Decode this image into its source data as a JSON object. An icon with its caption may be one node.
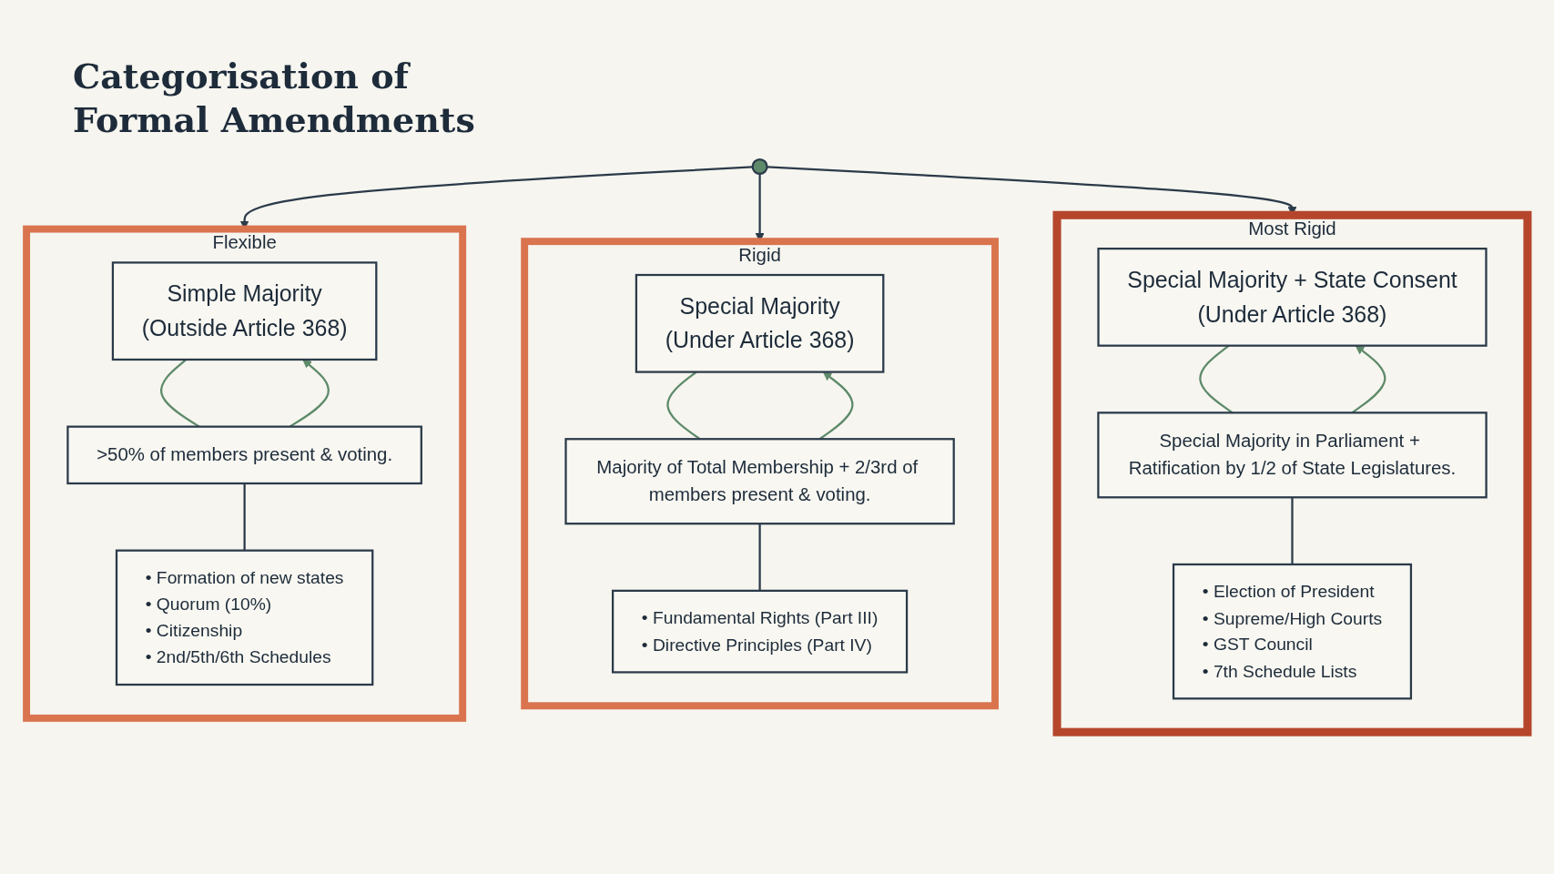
{
  "diagram": {
    "title": "Categorisation of Formal Amendments",
    "nodes": [
      {
        "text": [],
        "shape": "circle"
      },
      {
        "text": [
          "Flexible"
        ]
      },
      {
        "text": [
          "Simple Majority",
          "(Outside Article 368)"
        ],
        "in": 1
      },
      {
        "text": [
          ">50% of members present & voting."
        ],
        "in": 1
      },
      {
        "text": [
          "• Formation of new states",
          "• Quorum (10%)",
          "• Citizenship",
          "• 2nd/5th/6th Schedules"
        ],
        "in": 1
      },
      {
        "text": [
          "Rigid"
        ]
      },
      {
        "text": [
          "Special Majority",
          "(Under Article 368)"
        ],
        "in": 5
      },
      {
        "text": [
          "Majority of Total Membership + 2/3rd of members present & voting."
        ],
        "in": 5
      },
      {
        "text": [
          "• Fundamental Rights (Part III)",
          "• Directive Principles (Part IV)"
        ],
        "in": 5
      },
      {
        "text": [
          "Most Rigid"
        ]
      },
      {
        "text": [
          "Special Majority + State Consent",
          "(Under Article 368)"
        ],
        "in": 9
      },
      {
        "text": [
          "Special Majority in Parliament + Ratification by 1/2 of State Legislatures."
        ],
        "in": 9
      },
      {
        "text": [
          "• Election of President",
          "• Supreme/High Courts",
          "• GST Council",
          "• 7th Schedule Lists"
        ],
        "in": 9
      }
    ],
    "edges": [
      {
        "from": 0,
        "to": 1,
        "arrow": "to"
      },
      {
        "from": 0,
        "to": 5,
        "arrow": "to"
      },
      {
        "from": 0,
        "to": 9,
        "arrow": "to"
      },
      {
        "from": 2,
        "to": 3,
        "arrow": "none",
        "color": "#5e8a6a"
      },
      {
        "from": 3,
        "to": 2,
        "arrow": "to",
        "color": "#5e8a6a"
      },
      {
        "from": 3,
        "to": 4,
        "arrow": "none"
      },
      {
        "from": 6,
        "to": 7,
        "arrow": "none",
        "color": "#5e8a6a"
      },
      {
        "from": 7,
        "to": 6,
        "arrow": "to",
        "color": "#5e8a6a"
      },
      {
        "from": 7,
        "to": 8,
        "arrow": "none"
      },
      {
        "from": 10,
        "to": 11,
        "arrow": "none",
        "color": "#5e8a6a"
      },
      {
        "from": 11,
        "to": 10,
        "arrow": "to",
        "color": "#5e8a6a"
      },
      {
        "from": 11,
        "to": 12,
        "arrow": "none"
      }
    ]
  }
}
